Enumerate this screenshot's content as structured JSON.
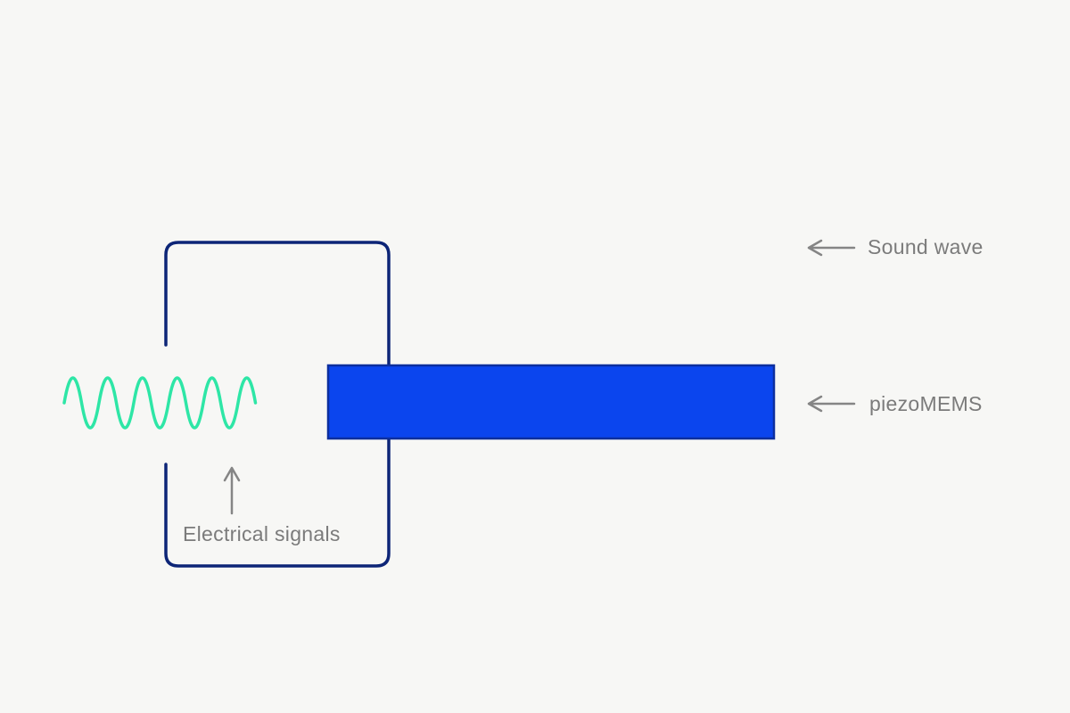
{
  "diagram": {
    "labels": {
      "sound_wave": "Sound wave",
      "piezomems": "piezoMEMS",
      "electrical_signals": "Electrical signals"
    },
    "colors": {
      "background": "#f7f7f5",
      "enclosure_stroke": "#0d2577",
      "wave_stroke": "#2ee6a6",
      "beam_fill": "#0b45ee",
      "beam_stroke": "#0d2f9e",
      "annotation_arrow": "#858585",
      "label_text": "#7b7b7b"
    }
  }
}
